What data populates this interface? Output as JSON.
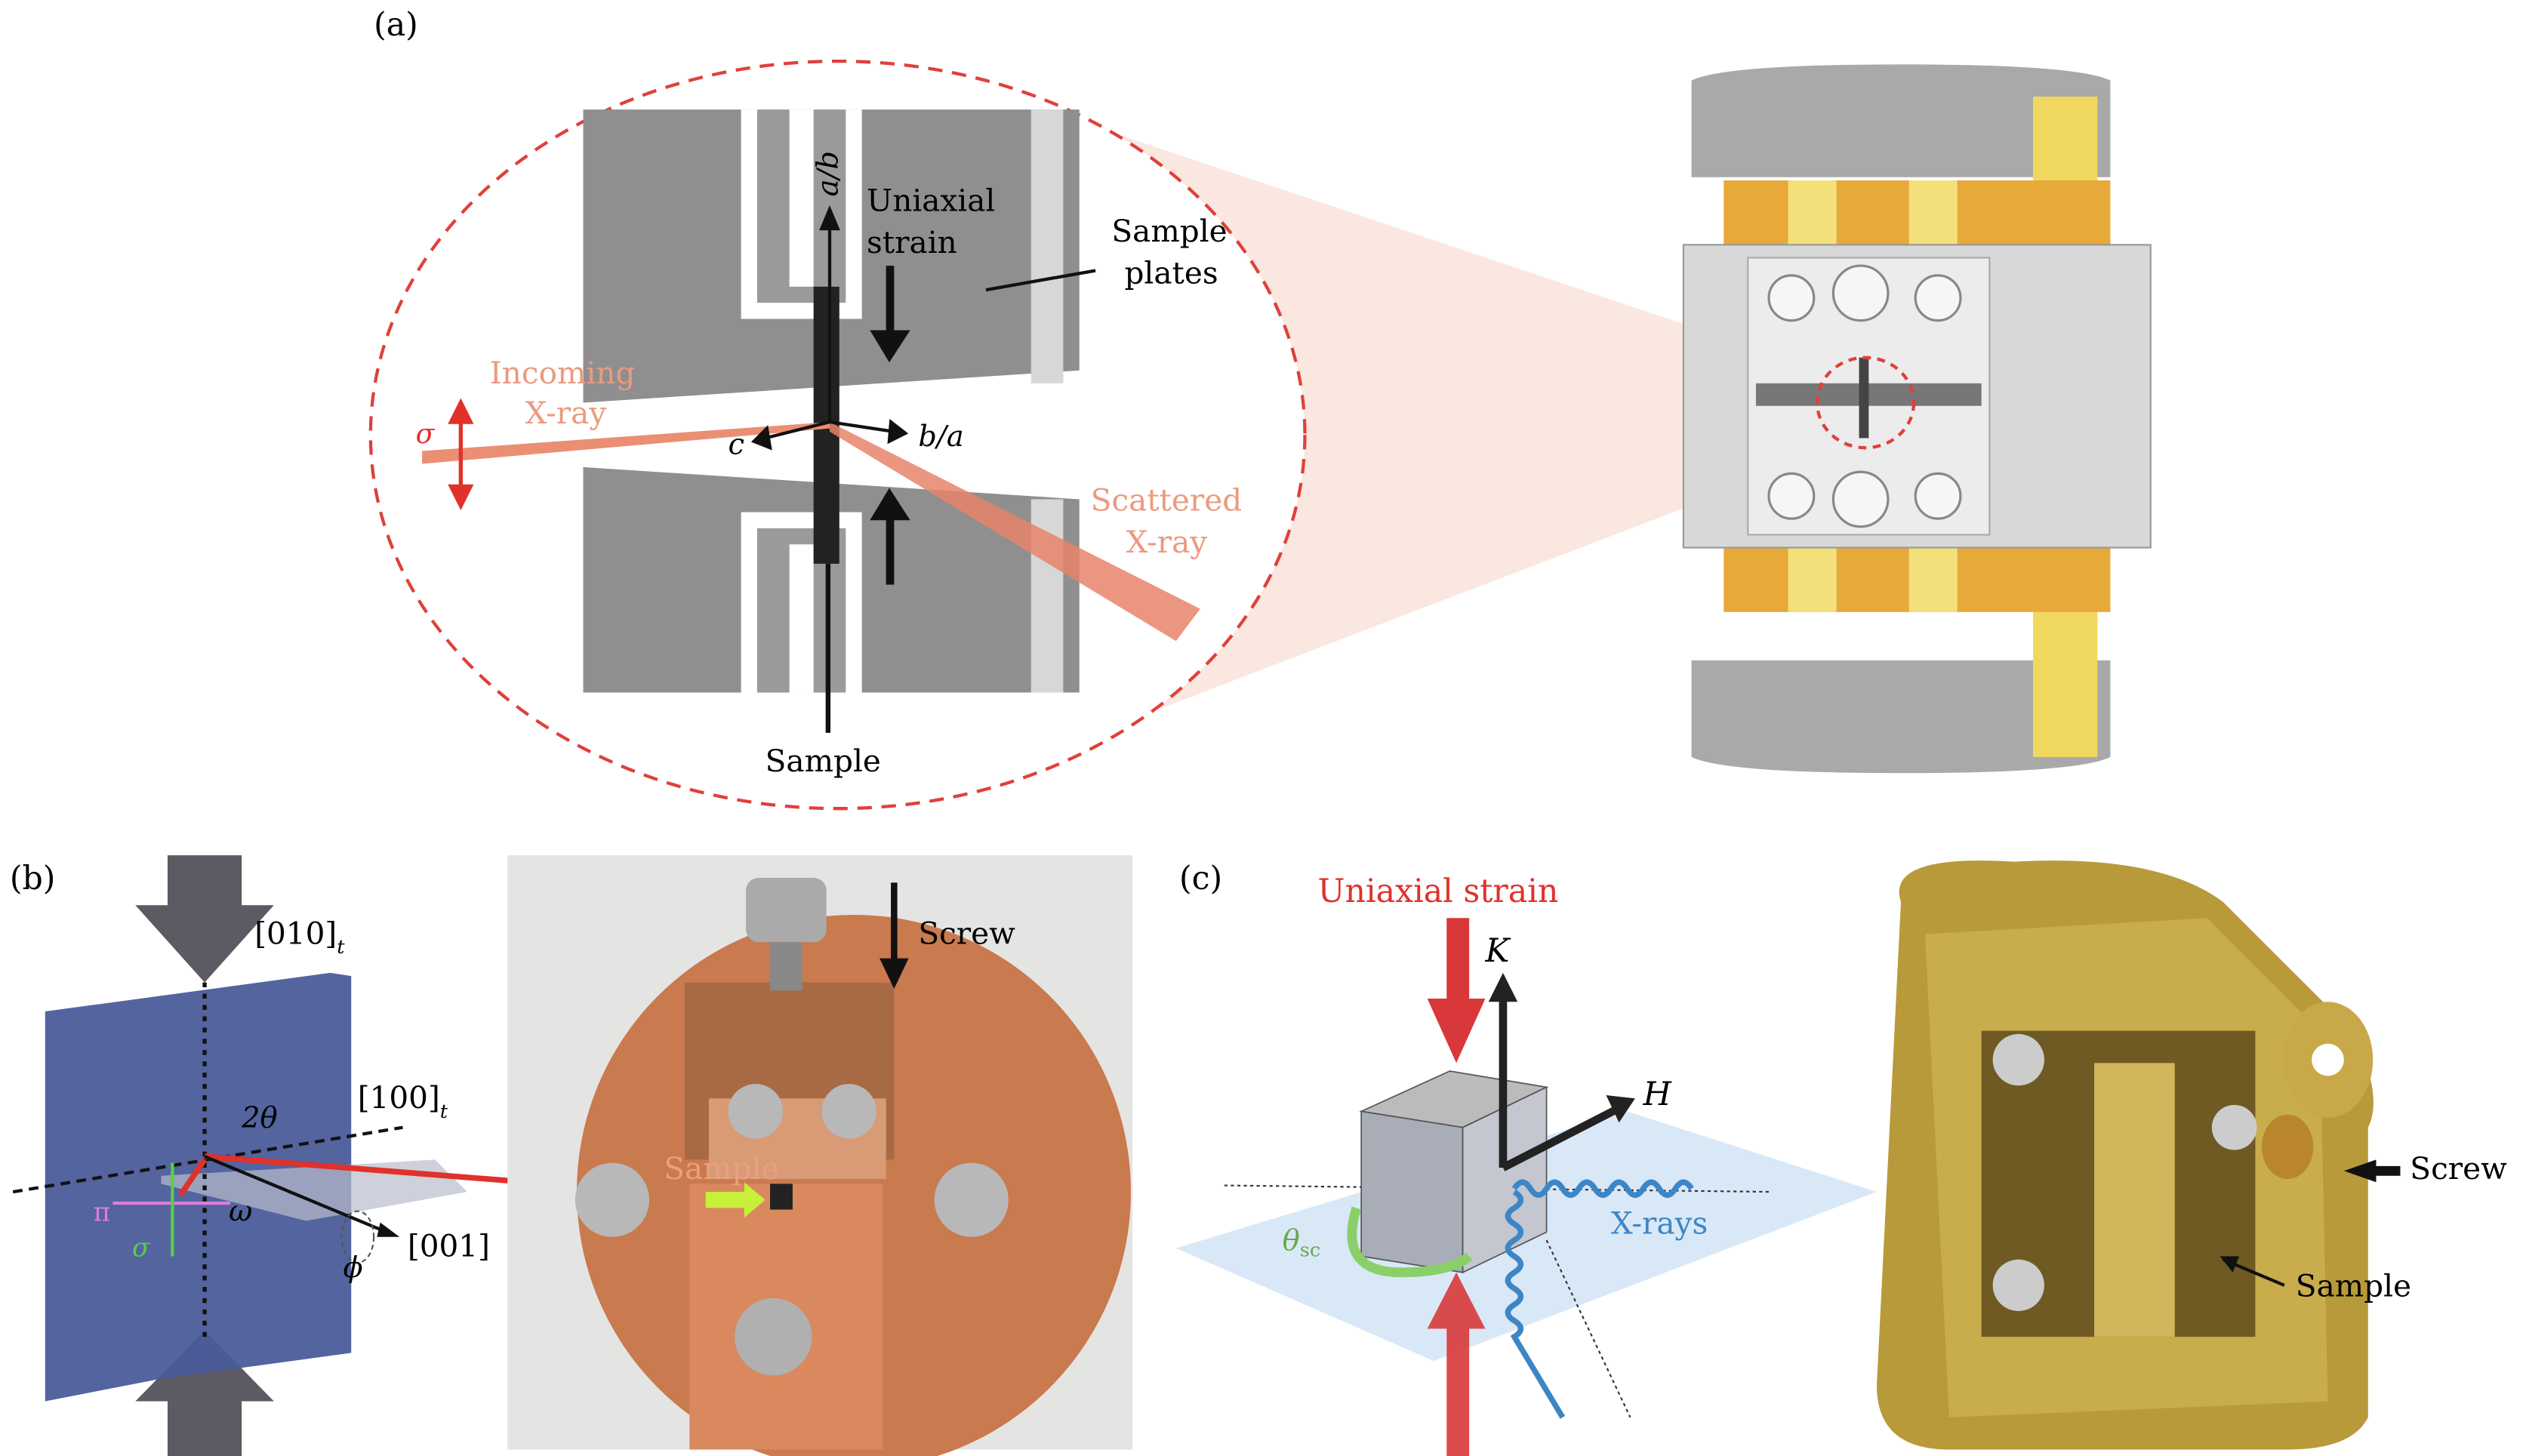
{
  "panel_a": {
    "label": "(a)",
    "axis_ab": "a/b",
    "axis_c": "c",
    "axis_ba": "b/a",
    "uniaxial_strain_line1": "Uniaxial",
    "uniaxial_strain_line2": "strain",
    "sample_plates_line1": "Sample",
    "sample_plates_line2": "plates",
    "incoming_line1": "Incoming",
    "incoming_line2": "X-ray",
    "sigma": "σ",
    "scattered_line1": "Scattered",
    "scattered_line2": "X-ray",
    "sample": "Sample"
  },
  "panel_b": {
    "label": "(b)",
    "dir_010": "[010]",
    "dir_010_sub": "t",
    "dir_100": "[100]",
    "dir_100_sub": "t",
    "dir_001": "[001]",
    "two_theta": "2θ",
    "omega": "ω",
    "phi": "ϕ",
    "pi": "π",
    "sigma": "σ",
    "photo_sample": "Sample",
    "photo_screw": "Screw"
  },
  "panel_c": {
    "label": "(c)",
    "uniaxial_strain": "Uniaxial strain",
    "K": "K",
    "H": "H",
    "xrays": "X-rays",
    "theta": "θ",
    "theta_sub": "sc",
    "screw": "Screw",
    "sample": "Sample"
  },
  "colors": {
    "red_accent": "#e0312b",
    "xray_orange": "#e8967a",
    "slab_blue": "#4a5c9a",
    "copper": "#c97a4e",
    "brass": "#b89a3a",
    "xray_blue": "#3d86c6",
    "theta_green": "#6aa84f"
  }
}
